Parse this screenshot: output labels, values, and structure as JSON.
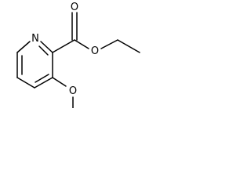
{
  "molecule": {
    "atoms": {
      "ring_nitrogen": "N",
      "carbonyl_oxygen": "O",
      "ester_oxygen": "O",
      "methoxy_oxygen": "O"
    }
  }
}
